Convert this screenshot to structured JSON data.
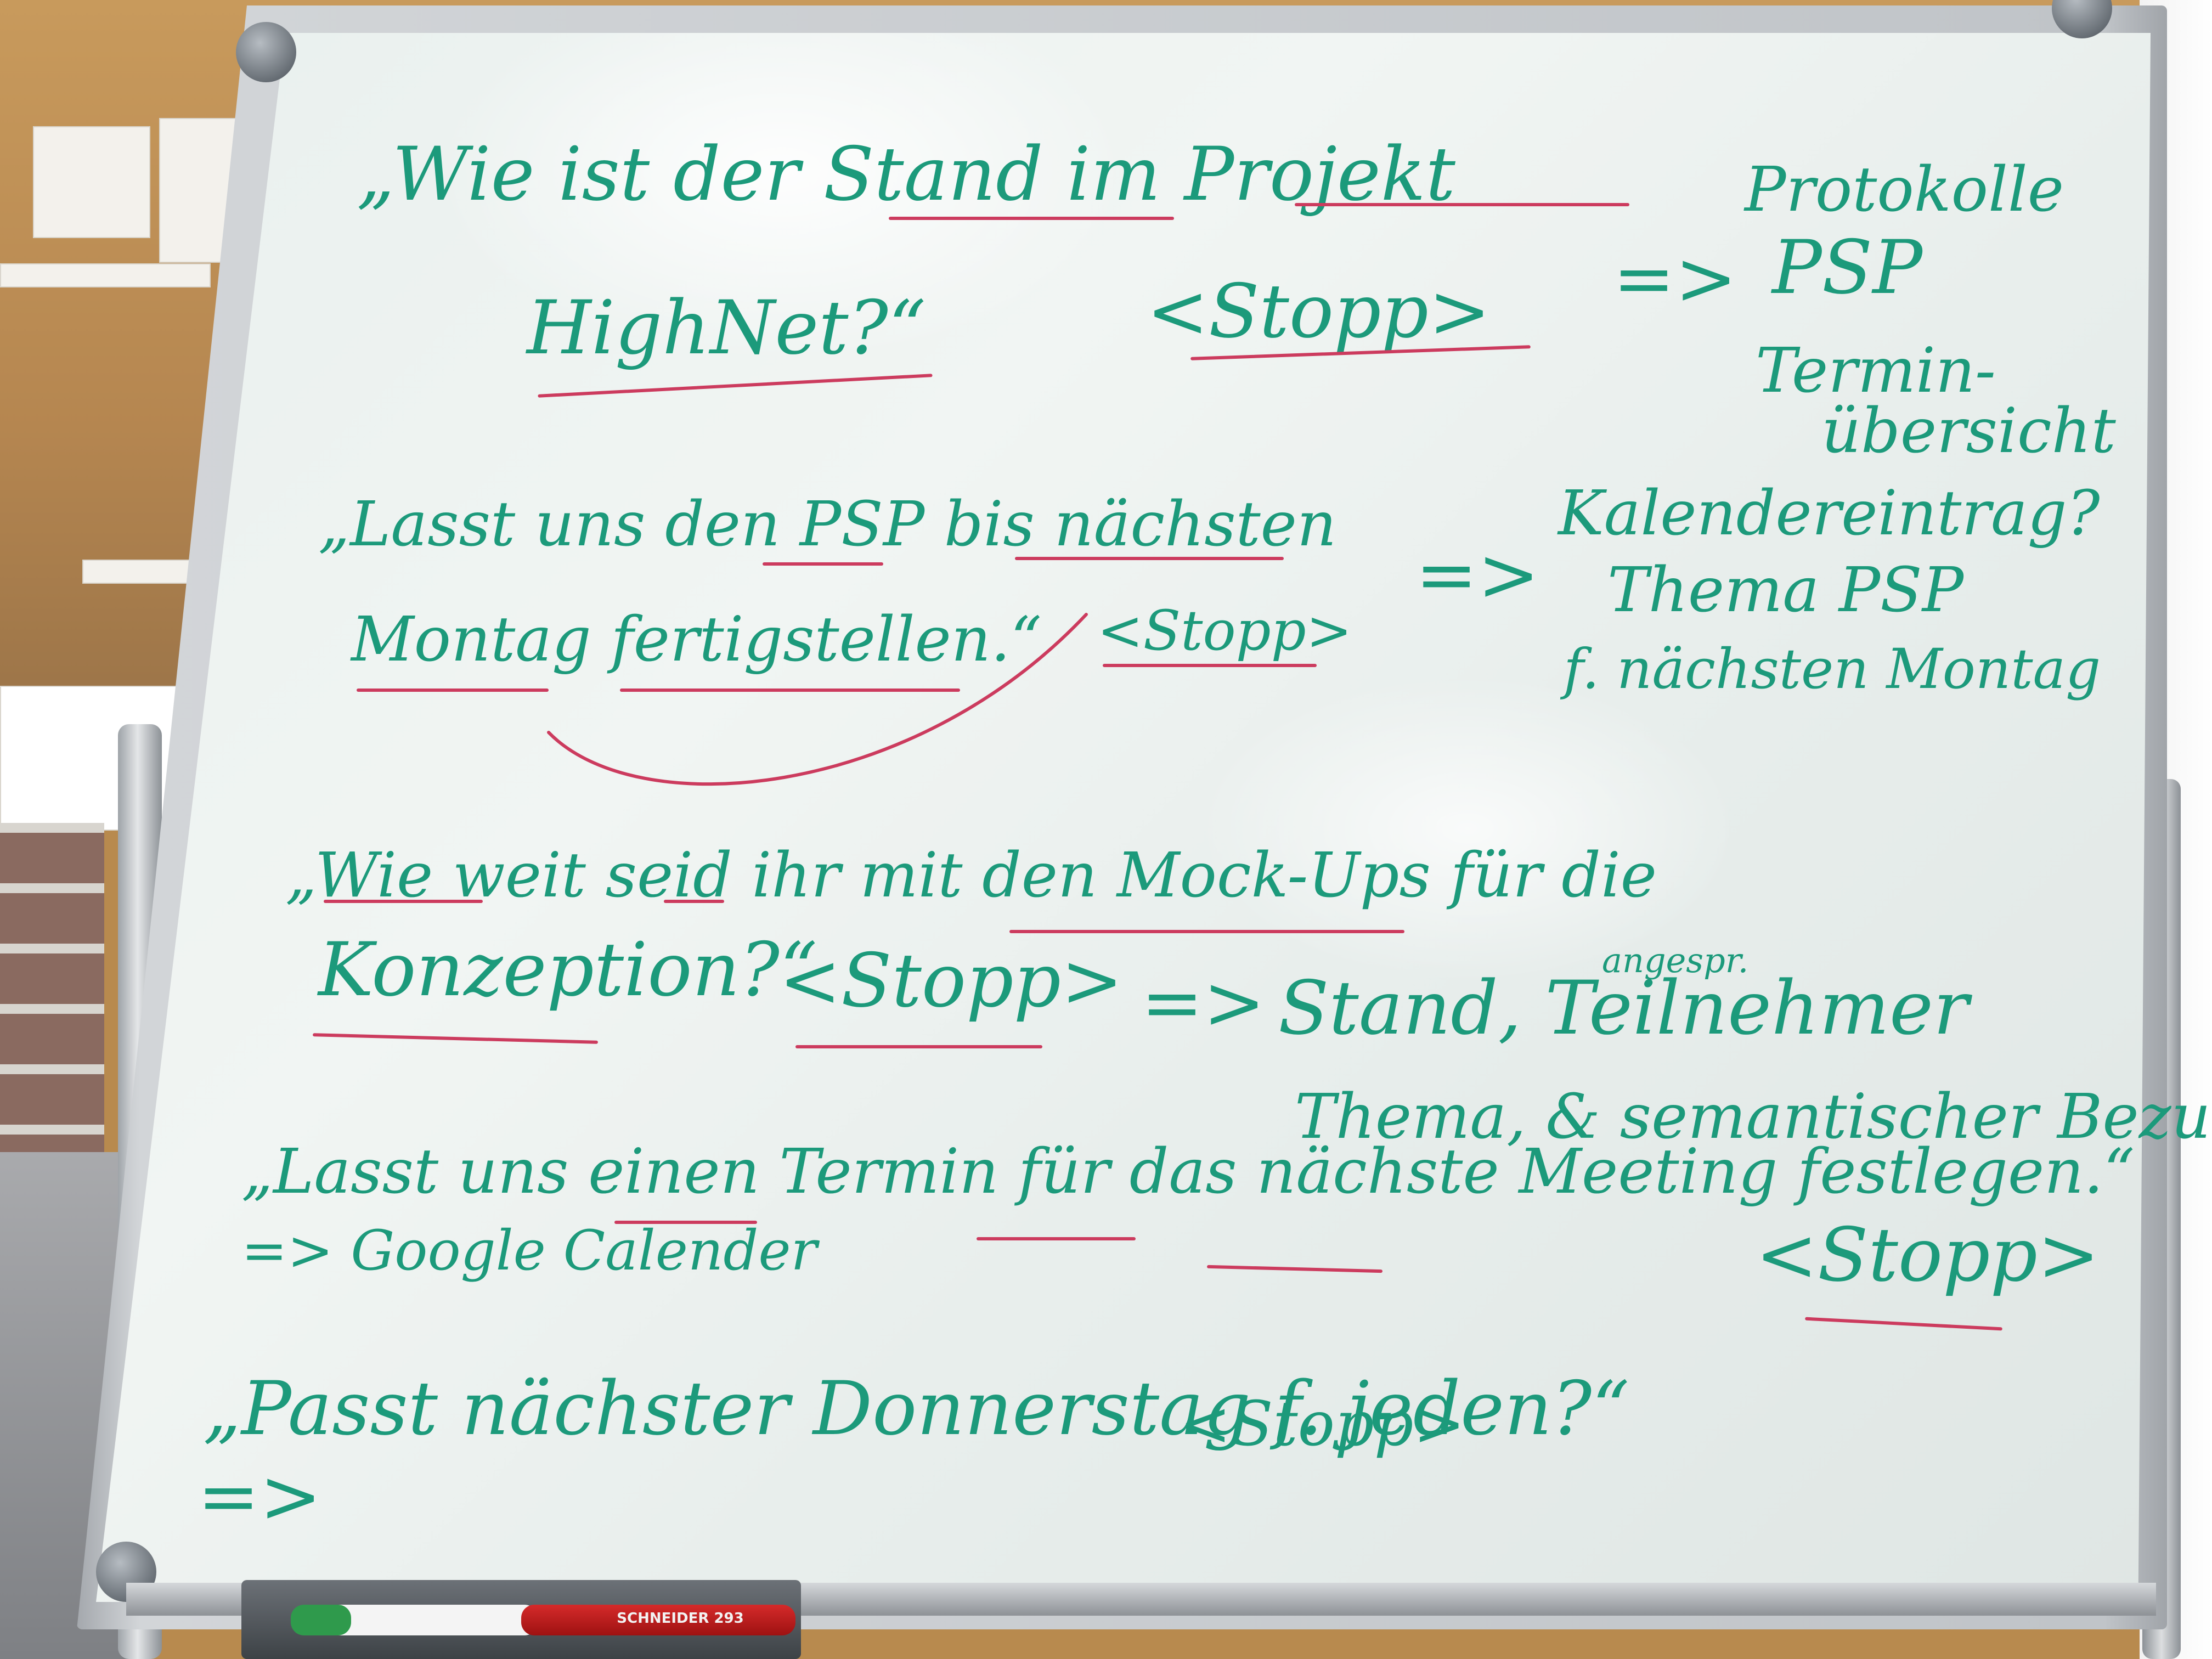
{
  "whiteboard": {
    "notes": {
      "q1_line1": "„Wie ist der Stand im Projekt",
      "q1_line2": "HighNet?“",
      "q1_stop": "<Stopp>",
      "q1_arrow": "=>",
      "q1_list": [
        "Protokolle",
        "PSP",
        "Termin-",
        "übersicht"
      ],
      "q2_line1": "„Lasst uns den PSP bis nächsten",
      "q2_line2": "Montag fertigstellen.“",
      "q2_stop": "<Stopp>",
      "q2_arrow": "=>",
      "q2_list": [
        "Kalendereintrag?",
        "Thema PSP",
        "f. nächsten Montag"
      ],
      "q3_line1": "„Wie weit seid ihr mit den Mock-Ups für die",
      "q3_line2": "Konzeption?“",
      "q3_stop": "<Stopp>",
      "q3_arrow": "=>",
      "q3_result1": "Stand, Teilnehmer",
      "q3_note": "angespr.",
      "q3_result2": "Thema, & semantischer Bezug",
      "q4_line1": "„Lasst uns einen Termin für das nächste Meeting festlegen.“",
      "q4_stop": "<Stopp>",
      "q4_arrow": "=> Google Calender",
      "q5_line1": "„Passt nächster Donnerstag f. jeden?“",
      "q5_stop": "<Stopp>",
      "q5_arrow": "=>"
    }
  },
  "marker": {
    "label": "SCHNEIDER 293"
  }
}
